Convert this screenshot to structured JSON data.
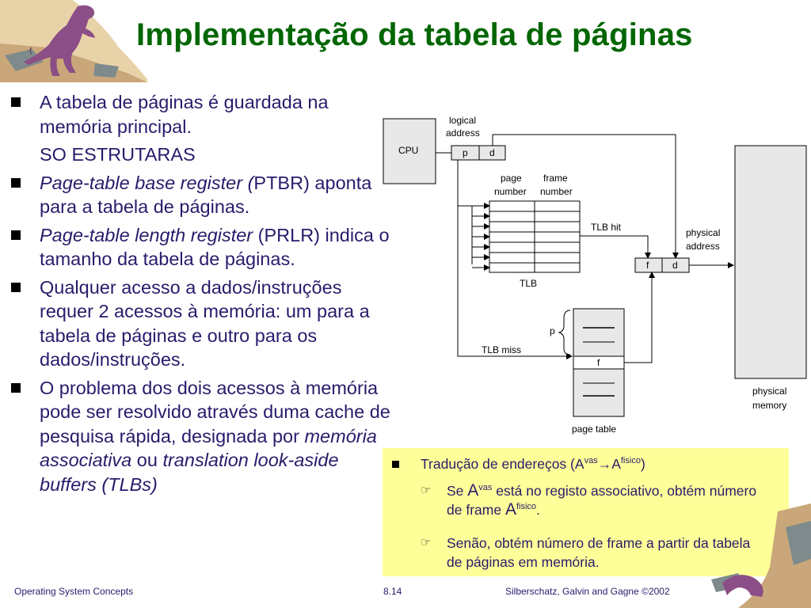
{
  "title": "Implementação da tabela de páginas",
  "bullets": {
    "b1_line1": "A tabela de páginas é guardada na memória principal.",
    "b1_sub": "SO ESTRUTARAS",
    "b2_italic": "Page-table base register (",
    "b2_rest": "PTBR) aponta para a tabela de páginas.",
    "b3_italic": "Page-table length register",
    "b3_rest": " (PRLR) indica o tamanho da tabela de páginas.",
    "b4": "Qualquer acesso a dados/instruções requer 2 acessos à memória: um para a tabela de páginas e outro para os dados/instruções.",
    "b5_text1": "O problema dos dois acessos à memória pode ser resolvido através duma cache de pesquisa rápida, designada por ",
    "b5_ital1": "memória associativa",
    "b5_text2": " ou ",
    "b5_ital2": "translation look-aside buffers (TLBs)"
  },
  "diagram": {
    "cpu": "CPU",
    "logical": "logical",
    "address": "address",
    "p": "p",
    "d": "d",
    "page": "page",
    "number": "number",
    "frame": "frame",
    "tlb_hit": "TLB hit",
    "physical": "physical",
    "f": "f",
    "tlb": "TLB",
    "tlb_miss": "TLB miss",
    "page_table": "page table",
    "memory": "memory"
  },
  "yellow": {
    "l1_pre": "Tradução de endereços (A",
    "l1_sup1": "vas",
    "l1_arrow": "→",
    "l1_A": "A",
    "l1_sup2": "fisico",
    "l1_post": ")",
    "hand": "☞",
    "s1_pre": "Se ",
    "s1_A": "A",
    "s1_sup": "vas",
    "s1_post": " está no registo associativo, obtém número de frame ",
    "s1_A2": "A",
    "s1_sup2": "fisico",
    "s1_end": ".",
    "s2": "Senão, obtém número de frame a partir da tabela de páginas em memória."
  },
  "footer": {
    "left": "Operating System Concepts",
    "center": "8.14",
    "right": "Silberschatz, Galvin and  Gagne ©2002"
  },
  "colors": {
    "title": "#006600",
    "text": "#2b1a6b",
    "highlight_box": "#ffff99"
  }
}
